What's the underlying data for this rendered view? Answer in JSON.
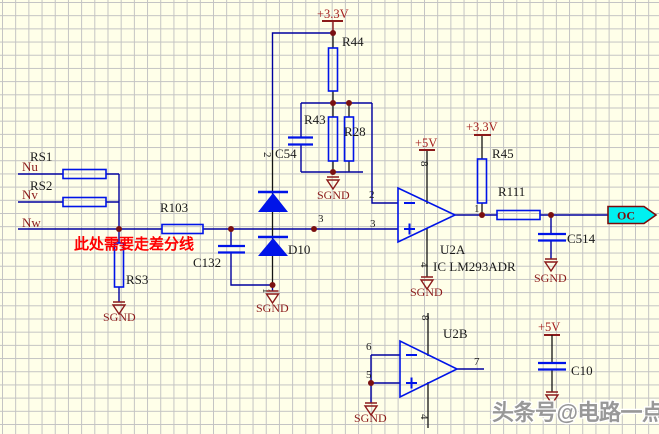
{
  "palette": {
    "background": "#FFFFE9",
    "grid": "#C3C3C3",
    "wire_blue": "#0000A0",
    "component_blue": "#0014E8",
    "junction_maroon": "#7A1010",
    "ground_maroon": "#8B1A1A",
    "annotation_red": "#FF0000",
    "port_fill_cyan": "#00F0F0",
    "watermark_gray": "#8F8F8F"
  },
  "labels": {
    "power": {
      "v33_top": "+3.3V",
      "v33_right": "+3.3V",
      "v5_u2a": "+5V",
      "v5_c10": "+5V"
    },
    "ground": "SGND",
    "nets": {
      "nu": "Nu",
      "nv": "Nv",
      "nw": "Nw"
    },
    "annotation": "此处需要走差分线",
    "port_oc": "OC",
    "watermark": "头条号@电路一点通",
    "components": {
      "rs1": "RS1",
      "rs2": "RS2",
      "rs3": "RS3",
      "r103": "R103",
      "r44": "R44",
      "r43": "R43",
      "r28": "R28",
      "r45": "R45",
      "r111": "R111",
      "c54": "C54",
      "c132": "C132",
      "c514": "C514",
      "c10": "C10",
      "d10": "D10",
      "u2a": "U2A",
      "u2b": "U2B",
      "u2_part": "IC LM293ADR"
    },
    "pins": {
      "d10_2": "2",
      "d10_3": "3",
      "d10_1": "1",
      "u2a_2": "2",
      "u2a_3": "3",
      "u2a_1": "1",
      "u2a_8": "8",
      "u2a_4": "4",
      "u2b_6": "6",
      "u2b_5": "5",
      "u2b_7": "7",
      "u2b_8": "8",
      "u2b_4": "4"
    }
  }
}
